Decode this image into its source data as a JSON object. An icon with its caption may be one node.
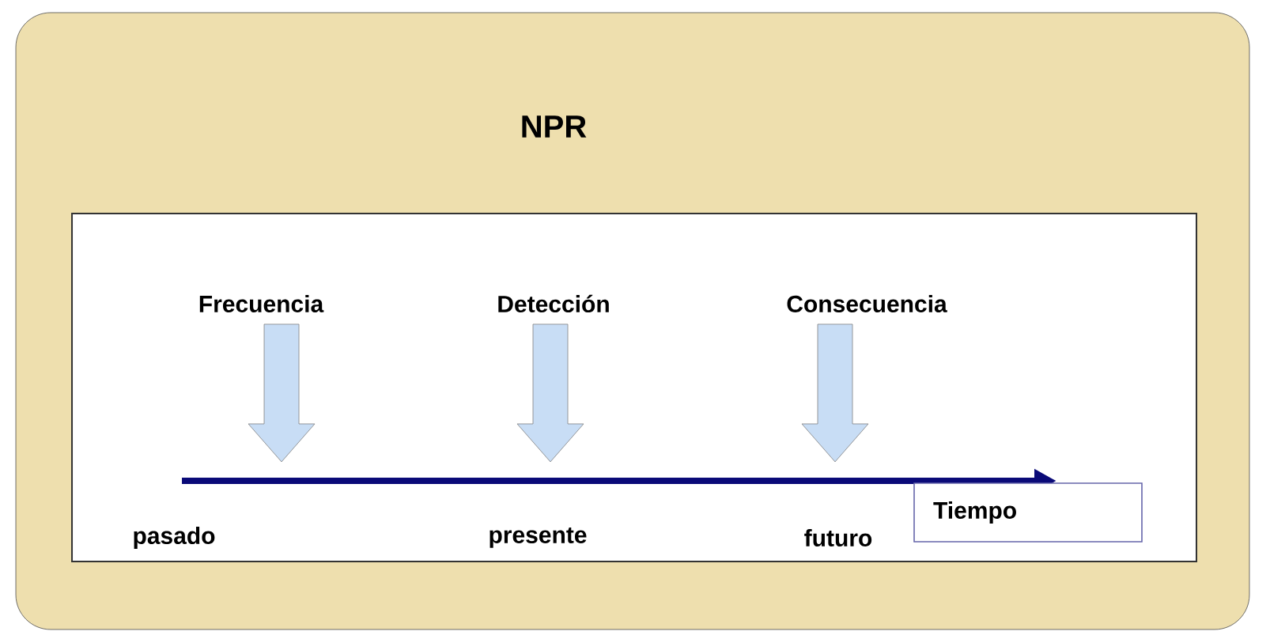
{
  "diagram": {
    "nodes": [
      {
        "text": [
          "NPR"
        ]
      },
      {
        "text": [],
        "shape": "box",
        "in": 0
      },
      {
        "text": [
          "Frecuencia"
        ],
        "in": 1
      },
      {
        "text": [
          "Detección"
        ],
        "in": 1
      },
      {
        "text": [
          "Consecuencia"
        ],
        "in": 1
      },
      {
        "text": [
          "Tiempo"
        ],
        "in": 1
      }
    ],
    "edges": [
      {
        "from": 2,
        "to": null,
        "arrow": "to"
      },
      {
        "from": 3,
        "to": null,
        "arrow": "to"
      },
      {
        "from": 4,
        "to": null,
        "arrow": "to"
      }
    ],
    "labels": [
      "pasado",
      "presente",
      "futuro"
    ]
  }
}
